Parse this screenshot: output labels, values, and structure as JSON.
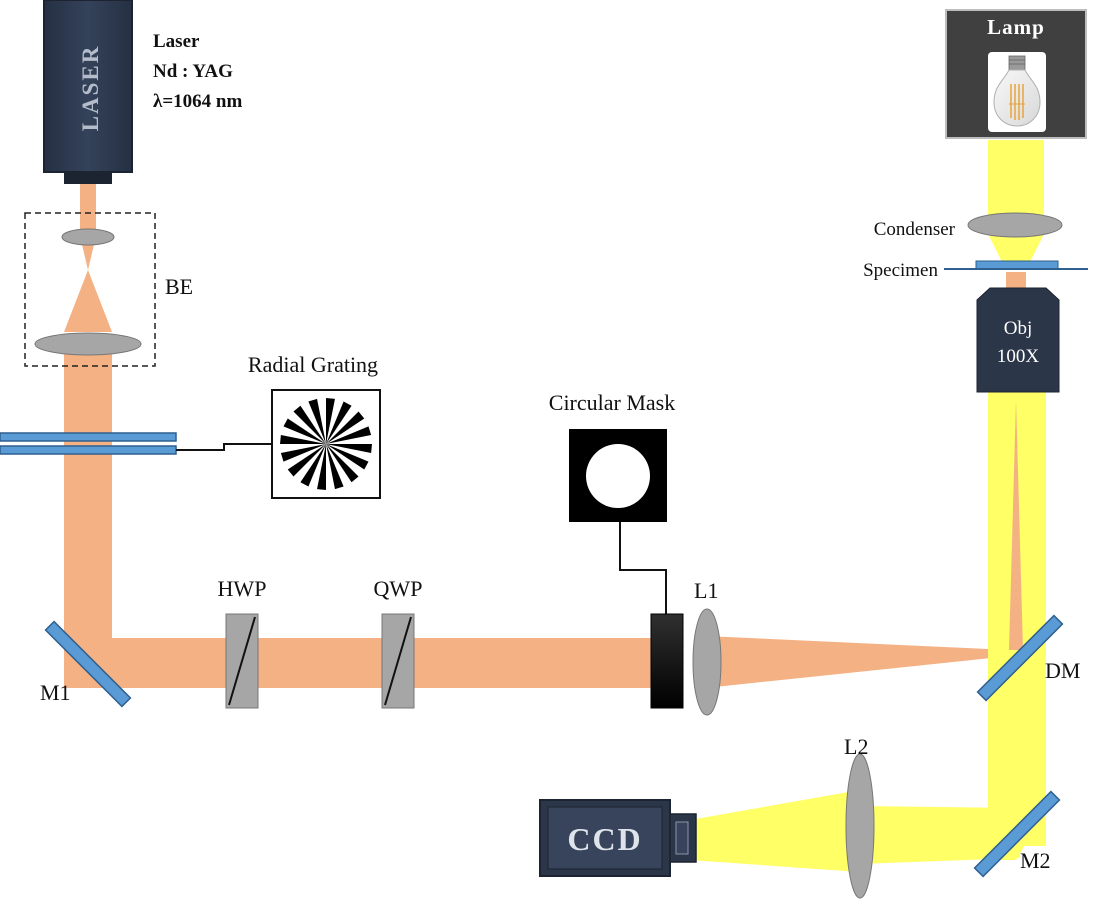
{
  "labels": {
    "laser_box": "LASER",
    "laser_title": "Laser",
    "laser_type": "Nd : YAG",
    "laser_wavelength": "λ=1064 nm",
    "beam_expander": "BE",
    "radial_grating": "Radial Grating",
    "circular_mask": "Circular Mask",
    "m1": "M1",
    "hwp": "HWP",
    "qwp": "QWP",
    "l1": "L1",
    "dm": "DM",
    "l2": "L2",
    "m2": "M2",
    "ccd": "CCD",
    "lamp": "Lamp",
    "condenser": "Condenser",
    "specimen": "Specimen",
    "objective_line1": "Obj",
    "objective_line2": "100X"
  },
  "colors": {
    "laser_beam": "#f4b183",
    "lamp_beam": "#ffff66",
    "component_body": "#2b3648",
    "lens_fill": "#a6a6a6",
    "mirror_fill": "#5b9bd5",
    "lamp_box": "#404040"
  },
  "icons": {
    "lamp": "light-bulb-icon",
    "grating": "radial-grating-icon",
    "mask": "circular-mask-icon"
  }
}
